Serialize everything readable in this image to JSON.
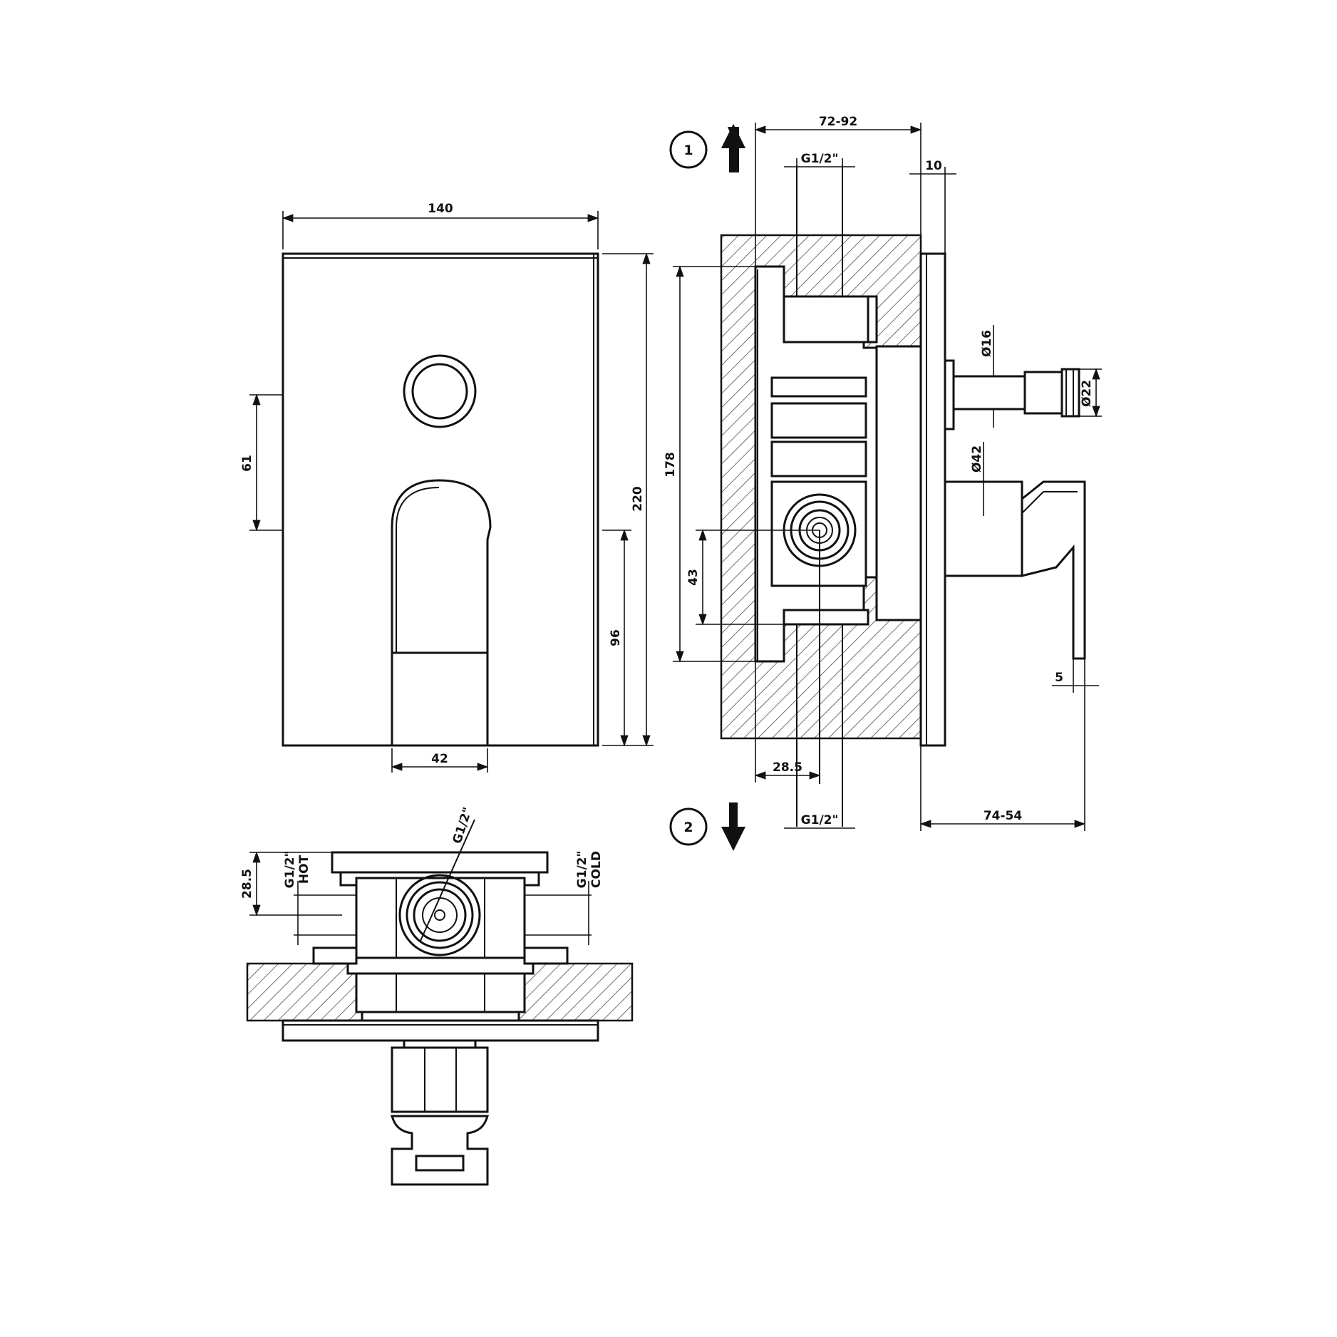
{
  "front_view": {
    "width": "140",
    "height": "220",
    "button_offset": "61",
    "lever_height": "96",
    "lever_width": "42"
  },
  "side_view": {
    "depth_range": "72-92",
    "connection_top": "G1/2\"",
    "plate_thickness": "10",
    "outlet_diameter_16": "Ø16",
    "outlet_diameter_22": "Ø22",
    "cartridge_diameter": "Ø42",
    "body_height": "178",
    "center_offset": "43",
    "inlet_offset": "28.5",
    "connection_bottom": "G1/2\"",
    "projection_range": "74-54",
    "lever_gap": "5",
    "outlet_up": "1",
    "outlet_down": "2"
  },
  "top_view": {
    "inlet_offset": "28.5",
    "hot_thread": "G1/2\"",
    "hot_label": "HOT",
    "center_thread": "G1/2\"",
    "cold_thread": "G1/2\"",
    "cold_label": "COLD"
  }
}
